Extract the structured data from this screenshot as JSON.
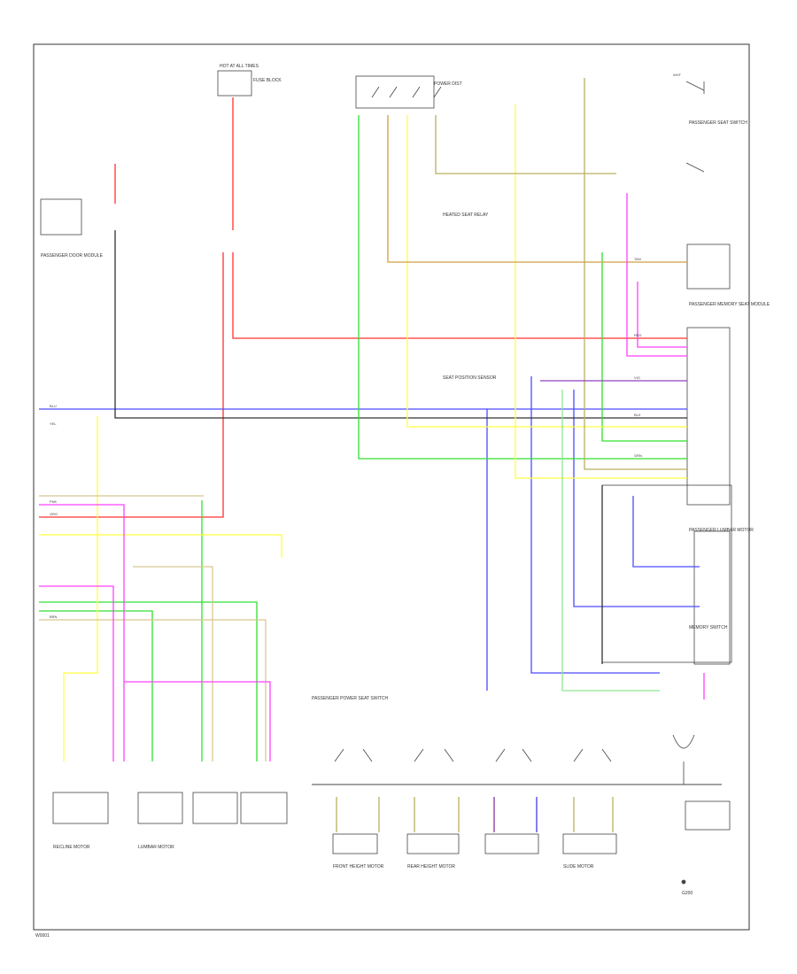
{
  "diagram": {
    "footer_code": "W0001",
    "colors": {
      "red": "#ff3030",
      "blue": "#4a4aff",
      "green": "#30e030",
      "yellow": "#ffff40",
      "tan": "#d8c890",
      "olive": "#b8b060",
      "orange": "#d0a040",
      "pink": "#ff40ff",
      "purple": "#9040c0",
      "lightgreen": "#90e890",
      "black": "#333333",
      "gray": "#888888"
    },
    "labels": {
      "hot_at_all_times": "HOT AT ALL TIMES",
      "fuse_block_text": "FUSE BLOCK",
      "passenger_door_module": "PASSENGER DOOR MODULE",
      "passenger_seat_switch": "PASSENGER SEAT SWITCH",
      "heated_seat_relay": "HEATED SEAT RELAY",
      "passenger_lumbar_motor": "PASSENGER LUMBAR MOTOR",
      "seat_position_sensor": "SEAT POSITION SENSOR",
      "passenger_memory_seat_module": "PASSENGER MEMORY SEAT MODULE",
      "passenger_power_seat_switch": "PASSENGER POWER SEAT SWITCH",
      "reclining_motor": "RECLINE MOTOR",
      "front_height_motor": "FRONT HEIGHT MOTOR",
      "rear_height_motor": "REAR HEIGHT MOTOR",
      "slide_motor": "SLIDE MOTOR",
      "lumbar_motor": "LUMBAR MOTOR",
      "ground": "G200",
      "power_distribution": "POWER DIST",
      "memory_switch": "MEMORY SWITCH"
    },
    "wire_labels": {
      "red": "RED",
      "blu": "BLU",
      "grn": "GRN",
      "yel": "YEL",
      "tan": "TAN",
      "pnk": "PNK",
      "vio": "VIO",
      "brn": "BRN",
      "wht": "WHT",
      "blk": "BLK",
      "org": "ORG"
    }
  }
}
